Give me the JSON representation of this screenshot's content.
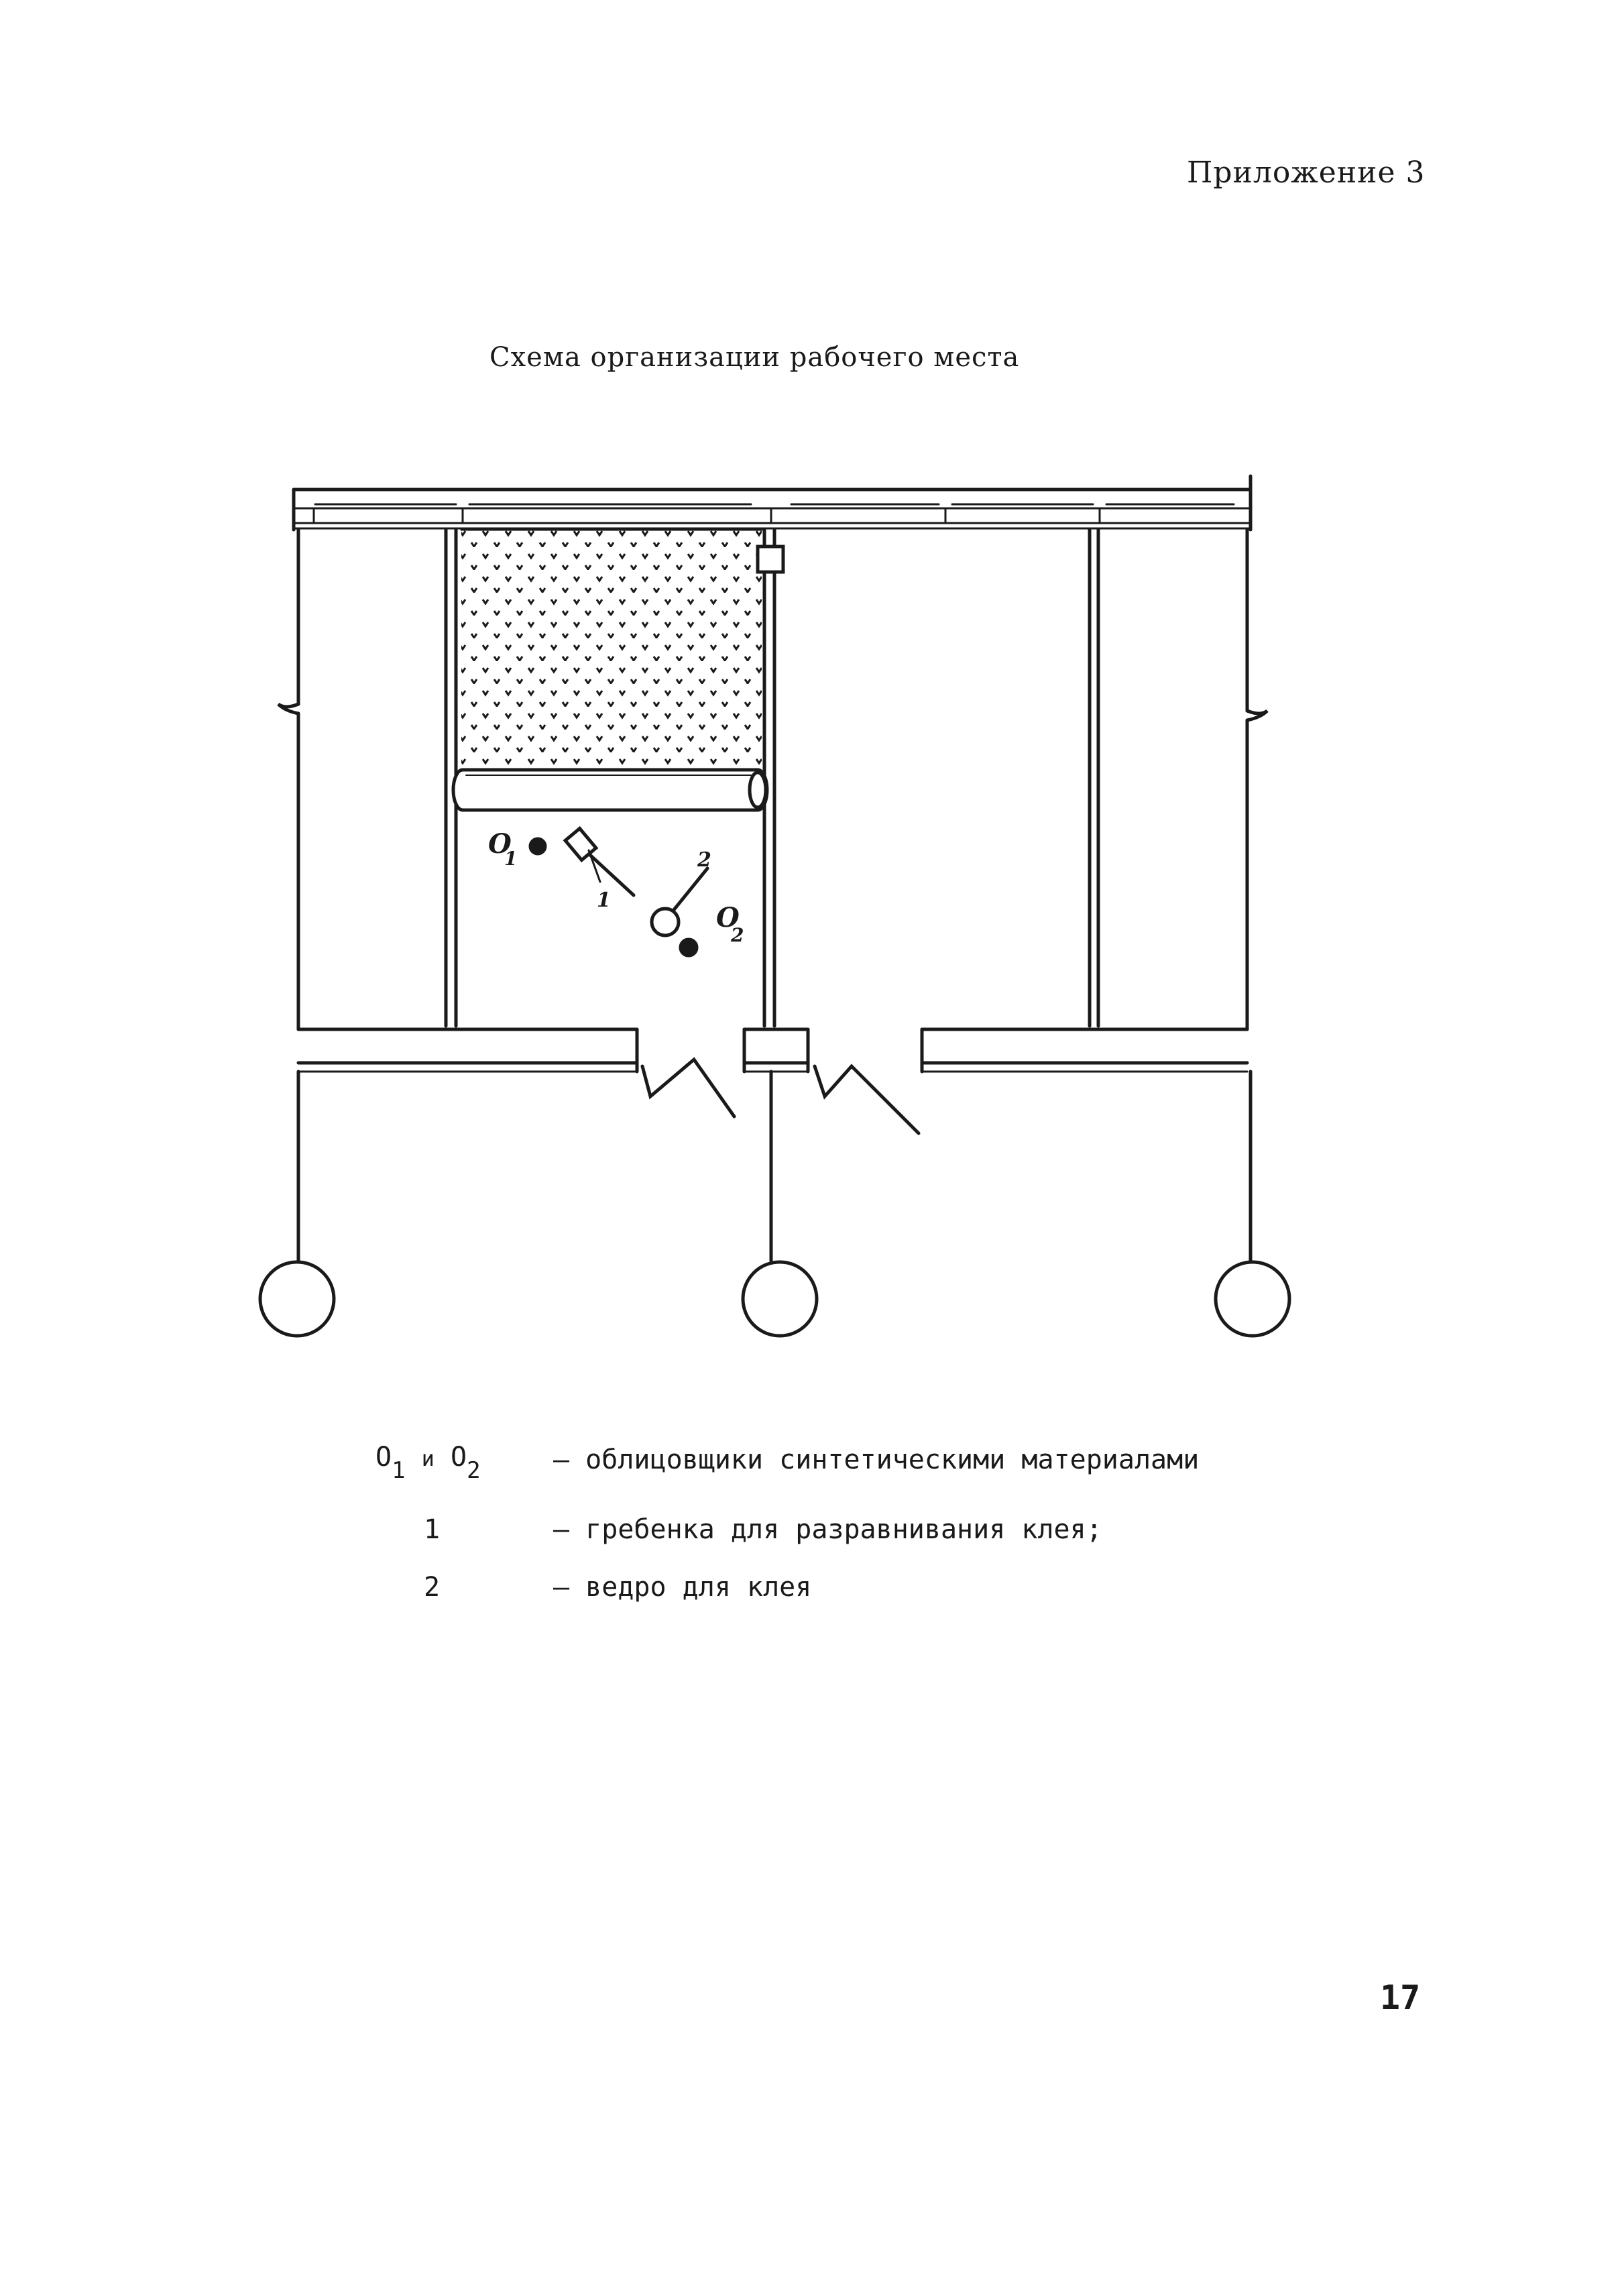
{
  "header": {
    "appendix": "Приложение 3"
  },
  "title": "Схема организации рабочего места",
  "scheme_labels": {
    "worker1": "O",
    "worker1_sub": "1",
    "worker2": "O",
    "worker2_sub": "2",
    "tool1": "1",
    "tool2": "2"
  },
  "legend": [
    {
      "key_main_a": "O",
      "key_sub_a": "1",
      "key_conj": "и",
      "key_main_b": "O",
      "key_sub_b": "2",
      "desc": "– облицовщики синтетическими материалами"
    },
    {
      "key": "1",
      "desc": "– гребенка для разравнивания клея;"
    },
    {
      "key": "2",
      "desc": "– ведро для клея"
    }
  ],
  "page_number": "17"
}
